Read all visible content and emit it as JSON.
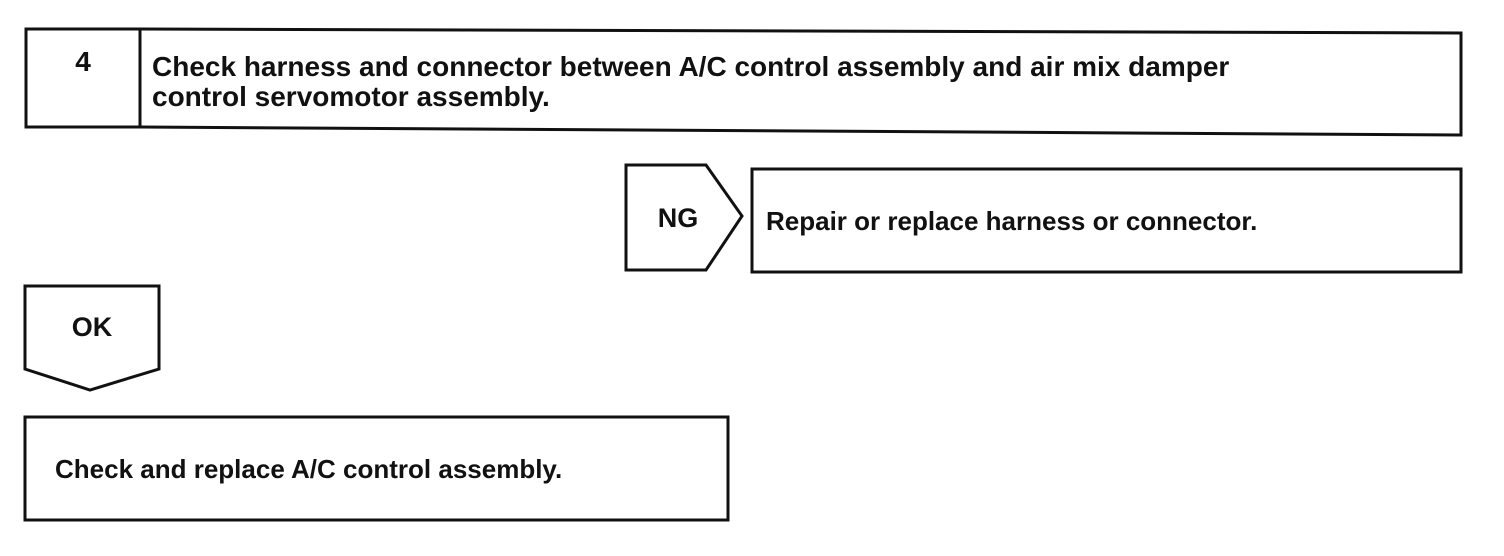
{
  "step": {
    "number": "4",
    "title_line1": "Check harness and connector between A/C control assembly and air mix damper",
    "title_line2": "control servomotor assembly."
  },
  "ng_branch": {
    "label": "NG",
    "action": "Repair or replace harness or connector."
  },
  "ok_branch": {
    "label": "OK",
    "action": "Check and replace A/C control assembly."
  },
  "colors": {
    "line": "#111111",
    "background": "#ffffff"
  }
}
